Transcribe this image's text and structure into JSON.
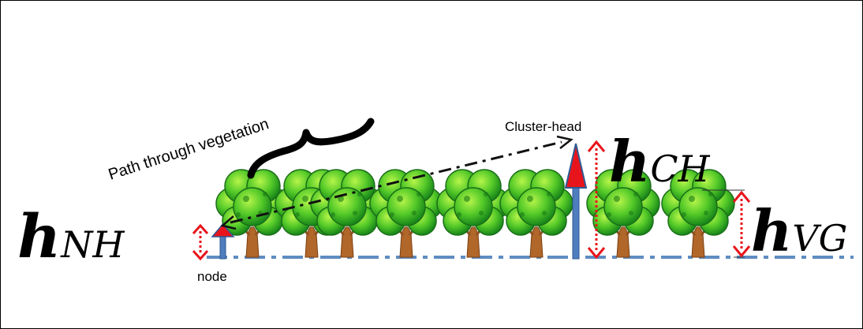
{
  "labels": {
    "path": "Path through vegetation",
    "cluster_head": "Cluster-head",
    "node": "node",
    "h_nh": {
      "h": "h",
      "sub": "NH"
    },
    "h_ch": {
      "h": "h",
      "sub": "CH"
    },
    "h_vg": {
      "h": "h",
      "sub": "VG"
    }
  },
  "trees": 8,
  "colors": {
    "ground_line": "#5f8cc1",
    "pole": "#4f7dbd",
    "arrow_head": "#e8141b",
    "dim_arrow": "#e8141b",
    "path_line": "#111111",
    "foliage_dark": "#1f9a1a",
    "foliage_light": "#7be02b",
    "trunk": "#b1662a"
  },
  "icons": [
    "tree-icon",
    "pole-arrow-icon",
    "brace-icon",
    "double-arrow-icon"
  ]
}
